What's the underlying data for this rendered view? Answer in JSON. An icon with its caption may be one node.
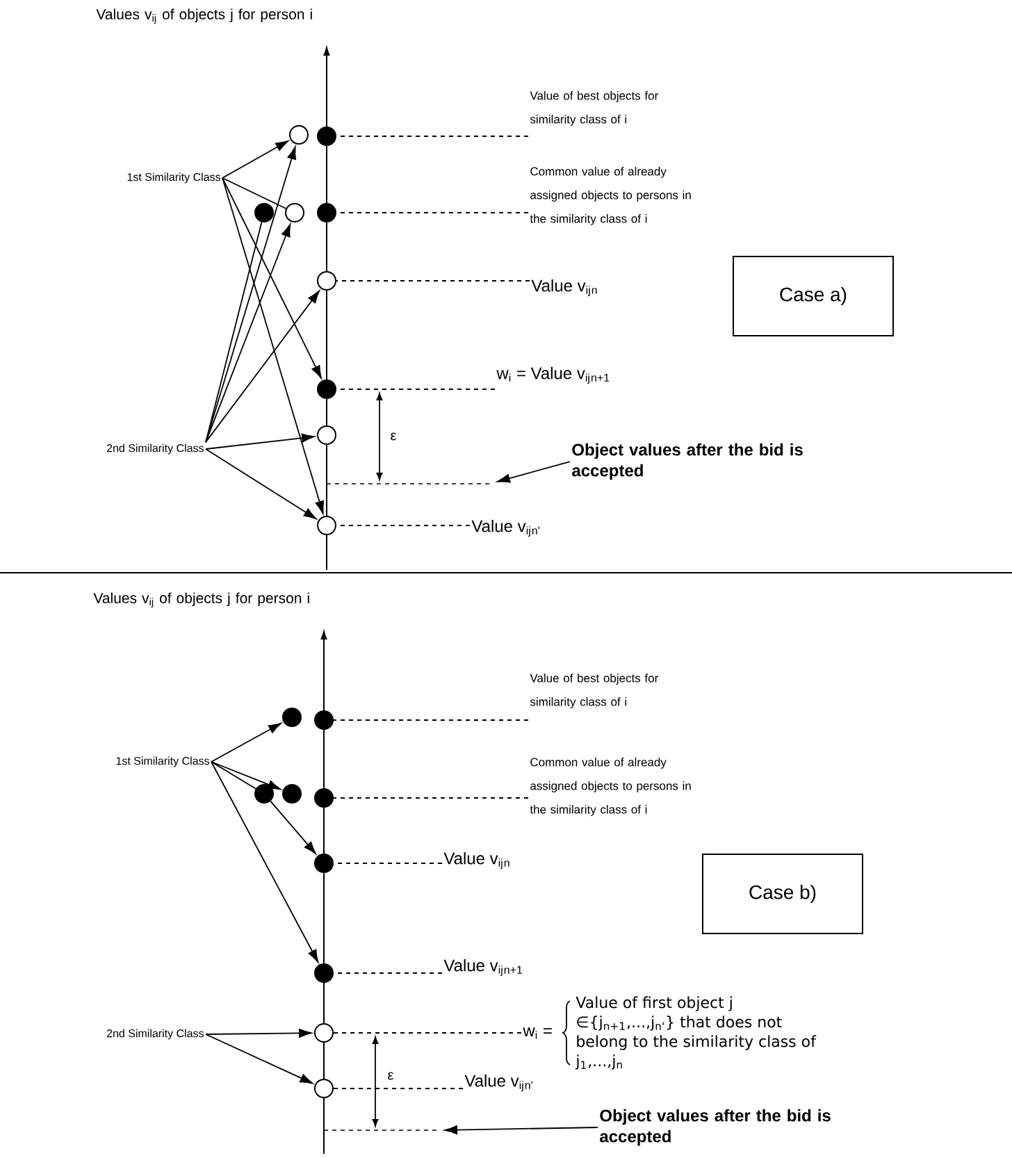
{
  "diagram": {
    "nodes": [
      {
        "text": [
          "1st Similarity Class"
        ]
      },
      {
        "text": [
          "2nd Similarity Class"
        ]
      },
      {
        "text": [],
        "shape": "circle"
      },
      {
        "text": [],
        "shape": "dot"
      },
      {
        "text": [],
        "shape": "circle"
      },
      {
        "text": [],
        "shape": "dot"
      },
      {
        "text": [],
        "shape": "dot"
      },
      {
        "text": [],
        "shape": "circle"
      },
      {
        "text": [],
        "shape": "dot"
      },
      {
        "text": [],
        "shape": "circle"
      },
      {
        "text": [],
        "shape": "circle"
      },
      {
        "text": [
          "Value of best objects for similarity class of i"
        ]
      },
      {
        "text": [
          "Common value of already assigned objects to persons in the similarity class of i"
        ]
      },
      {
        "text": [
          "Value v$_{ij}$$_{n}$"
        ]
      },
      {
        "text": [
          "Case a)"
        ]
      },
      {
        "text": [
          "w$_{i}$ = Value v$_{ij}$$_{n+1}$"
        ]
      },
      {
        "text": [
          "Object values after the bid is accepted"
        ]
      },
      {
        "text": [
          "Value v$_{ij}$$_{n'}$"
        ]
      },
      {
        "text": [
          "1st Similarity Class"
        ]
      },
      {
        "text": [
          "2nd Similarity Class"
        ]
      },
      {
        "text": [],
        "shape": "dot"
      },
      {
        "text": [],
        "shape": "dot"
      },
      {
        "text": [],
        "shape": "dot"
      },
      {
        "text": [],
        "shape": "dot"
      },
      {
        "text": [],
        "shape": "dot"
      },
      {
        "text": [],
        "shape": "dot"
      },
      {
        "text": [],
        "shape": "dot"
      },
      {
        "text": [],
        "shape": "circle"
      },
      {
        "text": [],
        "shape": "circle"
      },
      {
        "text": [
          "Value of best objects for similarity class of i"
        ]
      },
      {
        "text": [
          "Common value of already assigned objects to persons in the similarity class of i"
        ]
      },
      {
        "text": [
          "Value v$_{ij}$$_{n}$"
        ]
      },
      {
        "text": [
          "Case b)"
        ]
      },
      {
        "text": [
          "Value v$_{ij}$$_{n+1}$"
        ]
      },
      {
        "text": [
          "w$_{i}$ =",
          "Value of first object j ∈{j$_{n+1}$,...,j$_{n'}$} that does not belong to the similarity class of j$_{1}$,...,j$_{n}$"
        ]
      },
      {
        "text": [
          "Object values after the bid is accepted"
        ]
      },
      {
        "text": [
          "Value v$_{ij}$$_{n'}$"
        ]
      }
    ],
    "edges": [
      {
        "from": 0,
        "to": 2,
        "arrow": "to"
      },
      {
        "from": 0,
        "to": 4,
        "arrow": "none"
      },
      {
        "from": 0,
        "to": 8,
        "arrow": "to"
      },
      {
        "from": 0,
        "to": 10,
        "arrow": "to"
      },
      {
        "from": 1,
        "to": 2,
        "arrow": "to"
      },
      {
        "from": 1,
        "to": 3,
        "arrow": "none"
      },
      {
        "from": 1,
        "to": 4,
        "arrow": "to"
      },
      {
        "from": 1,
        "to": 7,
        "arrow": "to"
      },
      {
        "from": 1,
        "to": 9,
        "arrow": "to"
      },
      {
        "from": 1,
        "to": 10,
        "arrow": "to"
      },
      {
        "from": 11,
        "to": 5,
        "arrow": "none",
        "style": "dashed"
      },
      {
        "from": 12,
        "to": 6,
        "arrow": "none",
        "style": "dashed"
      },
      {
        "from": 13,
        "to": 7,
        "arrow": "none",
        "style": "dashed"
      },
      {
        "from": 15,
        "to": 8,
        "arrow": "none",
        "style": "dashed"
      },
      {
        "from": 17,
        "to": 10,
        "arrow": "none",
        "style": "dashed"
      },
      {
        "from": 16,
        "to": null,
        "arrow": "to"
      },
      {
        "from": 18,
        "to": 20,
        "arrow": "to"
      },
      {
        "from": 18,
        "to": 22,
        "arrow": "to"
      },
      {
        "from": 18,
        "to": 21,
        "arrow": "none"
      },
      {
        "from": 21,
        "to": 25,
        "arrow": "to"
      },
      {
        "from": 18,
        "to": 26,
        "arrow": "to"
      },
      {
        "from": 19,
        "to": 27,
        "arrow": "to"
      },
      {
        "from": 19,
        "to": 28,
        "arrow": "to"
      },
      {
        "from": 29,
        "to": 23,
        "arrow": "none",
        "style": "dashed"
      },
      {
        "from": 30,
        "to": 24,
        "arrow": "none",
        "style": "dashed"
      },
      {
        "from": 31,
        "to": 25,
        "arrow": "none",
        "style": "dashed"
      },
      {
        "from": 33,
        "to": 26,
        "arrow": "none",
        "style": "dashed"
      },
      {
        "from": 34,
        "to": 27,
        "arrow": "none",
        "style": "dashed"
      },
      {
        "from": 36,
        "to": 28,
        "arrow": "none",
        "style": "dashed"
      },
      {
        "from": 35,
        "to": null,
        "arrow": "to"
      }
    ],
    "labels": [
      "Values v$_{ij}$ of objects j for person i",
      "ε",
      "Values v$_{ij}$ of objects j for person i",
      "ε"
    ]
  }
}
